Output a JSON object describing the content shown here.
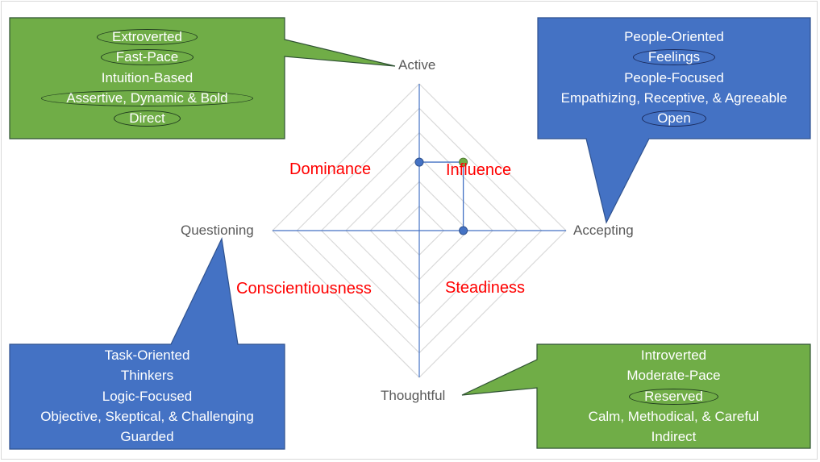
{
  "diagram": {
    "type": "radar-disc-model",
    "axes": {
      "top": "Active",
      "right": "Accepting",
      "bottom": "Thoughtful",
      "left": "Questioning"
    },
    "quadrants": {
      "top_left": "Dominance",
      "top_right": "Influence",
      "bottom_left": "Conscientiousness",
      "bottom_right": "Steadiness"
    },
    "grid_rings": 6,
    "points": {
      "active_value": 2.8,
      "accepting_value": 1.8,
      "combined": {
        "accepting": 1.8,
        "active": 2.8
      }
    },
    "colors": {
      "green_box": "#70ad47",
      "blue_box": "#4472c4",
      "quadrant_text": "#ff0000",
      "axis_line": "#4472c4",
      "grid_line": "#d9d9d9",
      "point_blue": "#4472c4",
      "point_green": "#70ad47"
    }
  },
  "callouts": {
    "top_left": {
      "color": "green",
      "lines": [
        {
          "text": "Extroverted",
          "circled": true
        },
        {
          "text": "Fast-Pace",
          "circled": true
        },
        {
          "text": "Intuition-Based",
          "circled": false
        },
        {
          "text": "Assertive, Dynamic & Bold",
          "circled": true
        },
        {
          "text": "Direct",
          "circled": true
        }
      ]
    },
    "top_right": {
      "color": "blue",
      "lines": [
        {
          "text": "People-Oriented",
          "circled": false
        },
        {
          "text": "Feelings",
          "circled": true
        },
        {
          "text": "People-Focused",
          "circled": false
        },
        {
          "text": "Empathizing, Receptive, & Agreeable",
          "circled": false
        },
        {
          "text": "Open",
          "circled": true
        }
      ]
    },
    "bottom_left": {
      "color": "blue",
      "lines": [
        {
          "text": "Task-Oriented",
          "circled": false
        },
        {
          "text": "Thinkers",
          "circled": false
        },
        {
          "text": "Logic-Focused",
          "circled": false
        },
        {
          "text": "Objective, Skeptical, & Challenging",
          "circled": false
        },
        {
          "text": "Guarded",
          "circled": false
        }
      ]
    },
    "bottom_right": {
      "color": "green",
      "lines": [
        {
          "text": "Introverted",
          "circled": false
        },
        {
          "text": "Moderate-Pace",
          "circled": false
        },
        {
          "text": "Reserved",
          "circled": true
        },
        {
          "text": "Calm, Methodical, & Careful",
          "circled": false
        },
        {
          "text": "Indirect",
          "circled": false
        }
      ]
    }
  }
}
